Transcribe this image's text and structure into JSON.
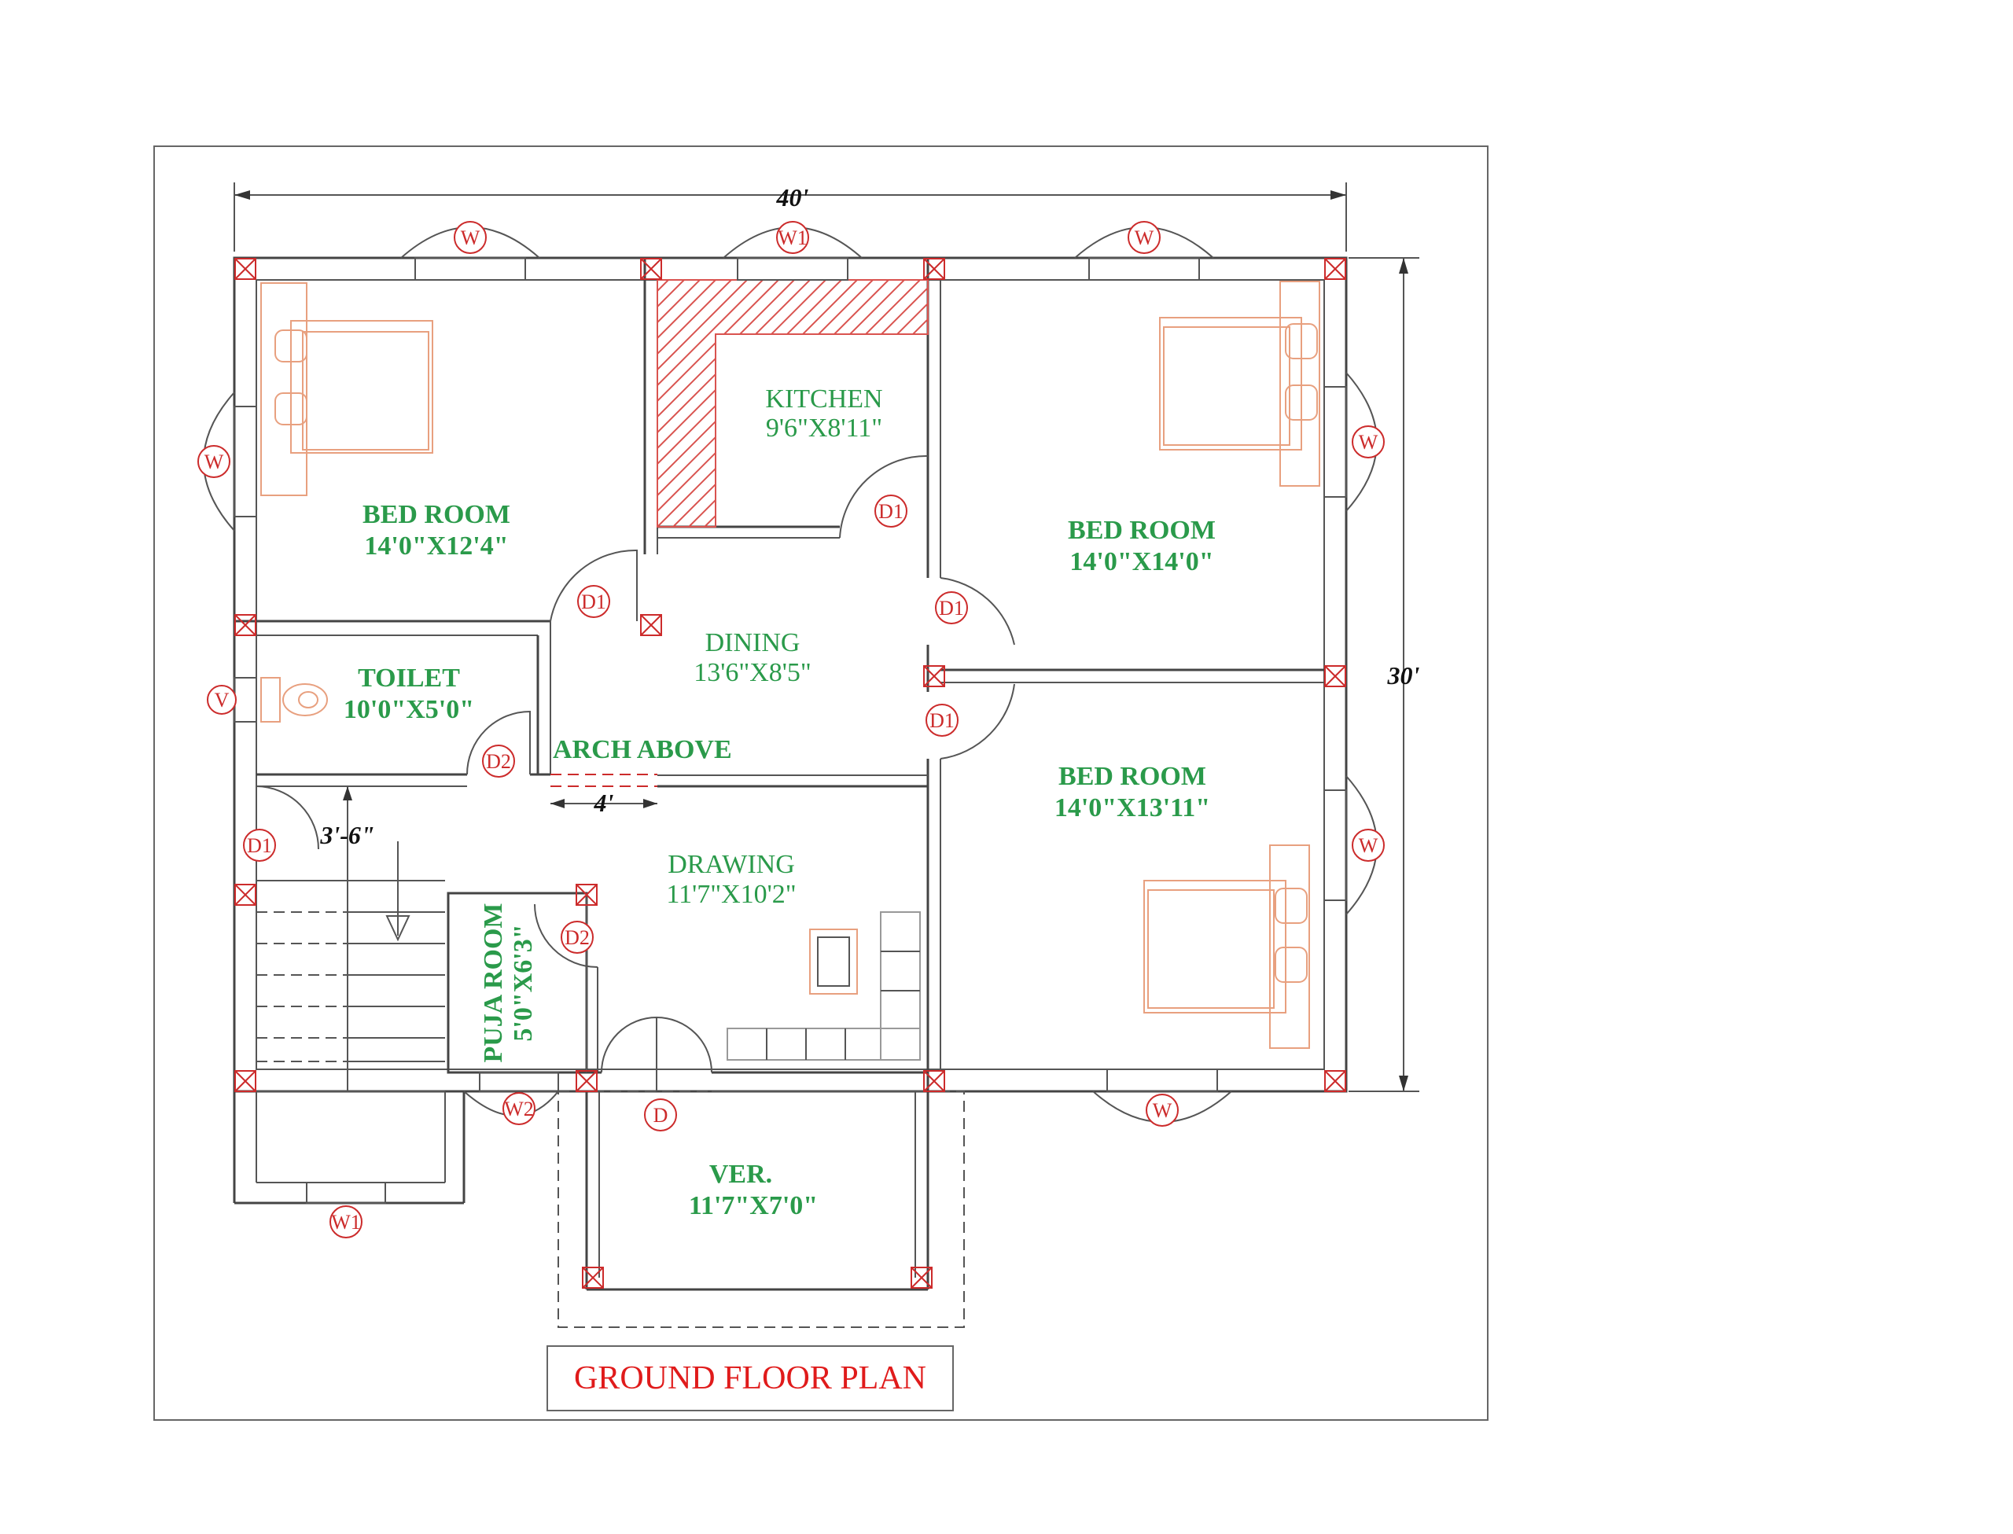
{
  "plan_title": "GROUND FLOOR PLAN",
  "dimensions": {
    "overall_width": "40'",
    "overall_depth": "30'",
    "stair_width": "3'-6\"",
    "arch_width": "4'"
  },
  "rooms": {
    "bed1": {
      "name": "BED ROOM",
      "size": "14'0\"X12'4\""
    },
    "kitchen": {
      "name": "KITCHEN",
      "size": "9'6\"X8'11\""
    },
    "bed2": {
      "name": "BED ROOM",
      "size": "14'0\"X14'0\""
    },
    "toilet": {
      "name": "TOILET",
      "size": "10'0\"X5'0\""
    },
    "dining": {
      "name": "DINING",
      "size": "13'6\"X8'5\""
    },
    "bed3": {
      "name": "BED ROOM",
      "size": "14'0\"X13'11\""
    },
    "drawing": {
      "name": "DRAWING",
      "size": "11'7\"X10'2\""
    },
    "puja": {
      "name": "PUJA ROOM",
      "size": "5'0\"X6'3\""
    },
    "verandah": {
      "name": "VER.",
      "size": "11'7\"X7'0\""
    }
  },
  "note_arch": "ARCH ABOVE",
  "tags": {
    "w": "W",
    "w1": "W1",
    "w2": "W2",
    "v": "V",
    "d": "D",
    "d1": "D1",
    "d2": "D2"
  },
  "colors": {
    "room_text": "#2a9a4a",
    "tag": "#cc2b2b",
    "furniture": "#e8a07f",
    "title": "#e01b1b"
  }
}
